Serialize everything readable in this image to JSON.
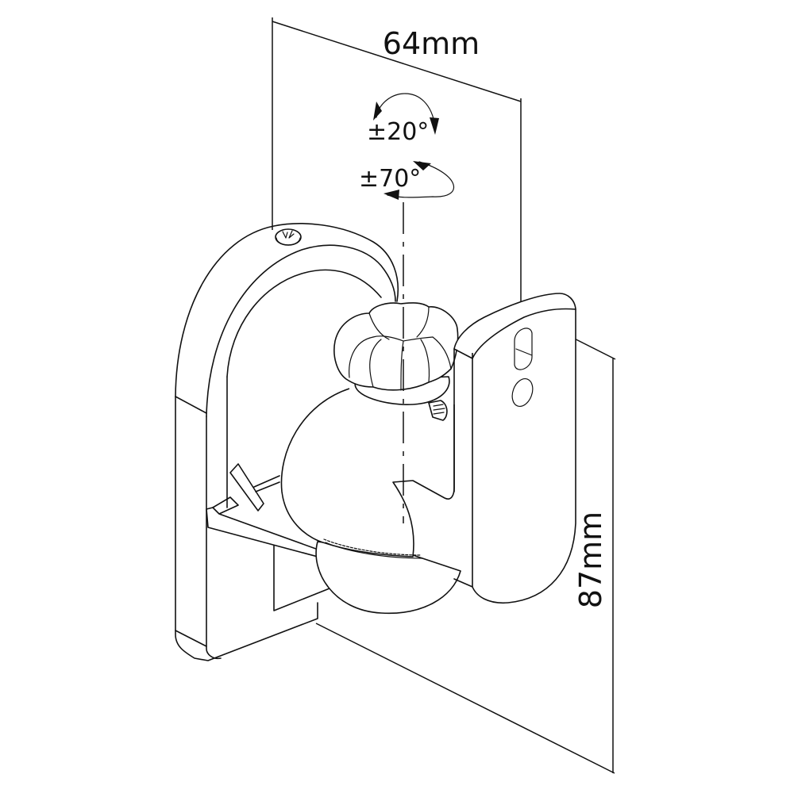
{
  "diagram": {
    "subject": "Speaker wall mount bracket (isometric line drawing)",
    "colors": {
      "line": "#111111",
      "background": "#ffffff"
    },
    "dimensions": {
      "width_label": "64mm",
      "height_label": "87mm"
    },
    "rotation": {
      "tilt_label": "±20°",
      "swivel_label": "±70°"
    },
    "parts": [
      "wall-plate",
      "arched-arm",
      "top-screw",
      "star-knob",
      "ball-joint",
      "speaker-plate",
      "slot-hole",
      "round-hole",
      "support-rib",
      "rotation-axis"
    ]
  }
}
